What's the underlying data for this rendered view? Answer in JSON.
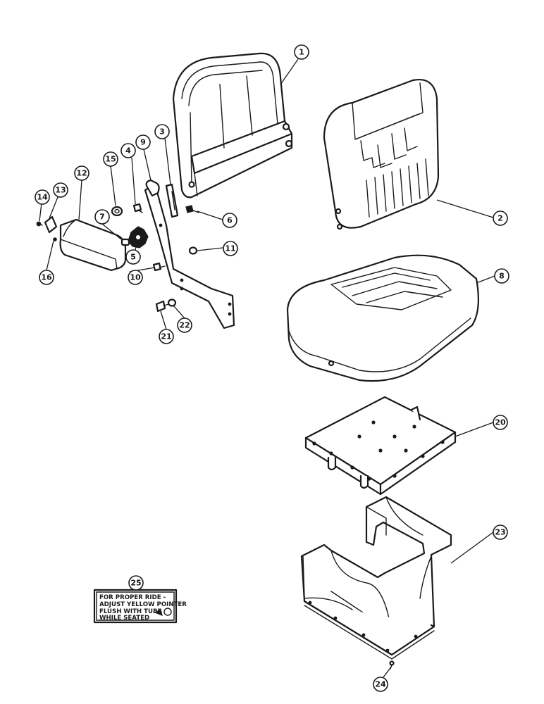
{
  "callouts": {
    "c1": "1",
    "c2": "2",
    "c3": "3",
    "c4": "4",
    "c5": "5",
    "c6": "6",
    "c7": "7",
    "c8": "8",
    "c9": "9",
    "c10": "10",
    "c11": "11",
    "c12": "12",
    "c13": "13",
    "c14": "14",
    "c15": "15",
    "c16": "16",
    "c20": "20",
    "c21": "21",
    "c22": "22",
    "c23": "23",
    "c24": "24",
    "c25": "25"
  },
  "decal": {
    "line1": "FOR PROPER RIDE -",
    "line2": "ADJUST YELLOW POINTER",
    "line3": "FLUSH WITH TUBE",
    "line4": "WHILE SEATED"
  },
  "colors": {
    "ink": "#1a1a1a",
    "paper": "#ffffff"
  }
}
